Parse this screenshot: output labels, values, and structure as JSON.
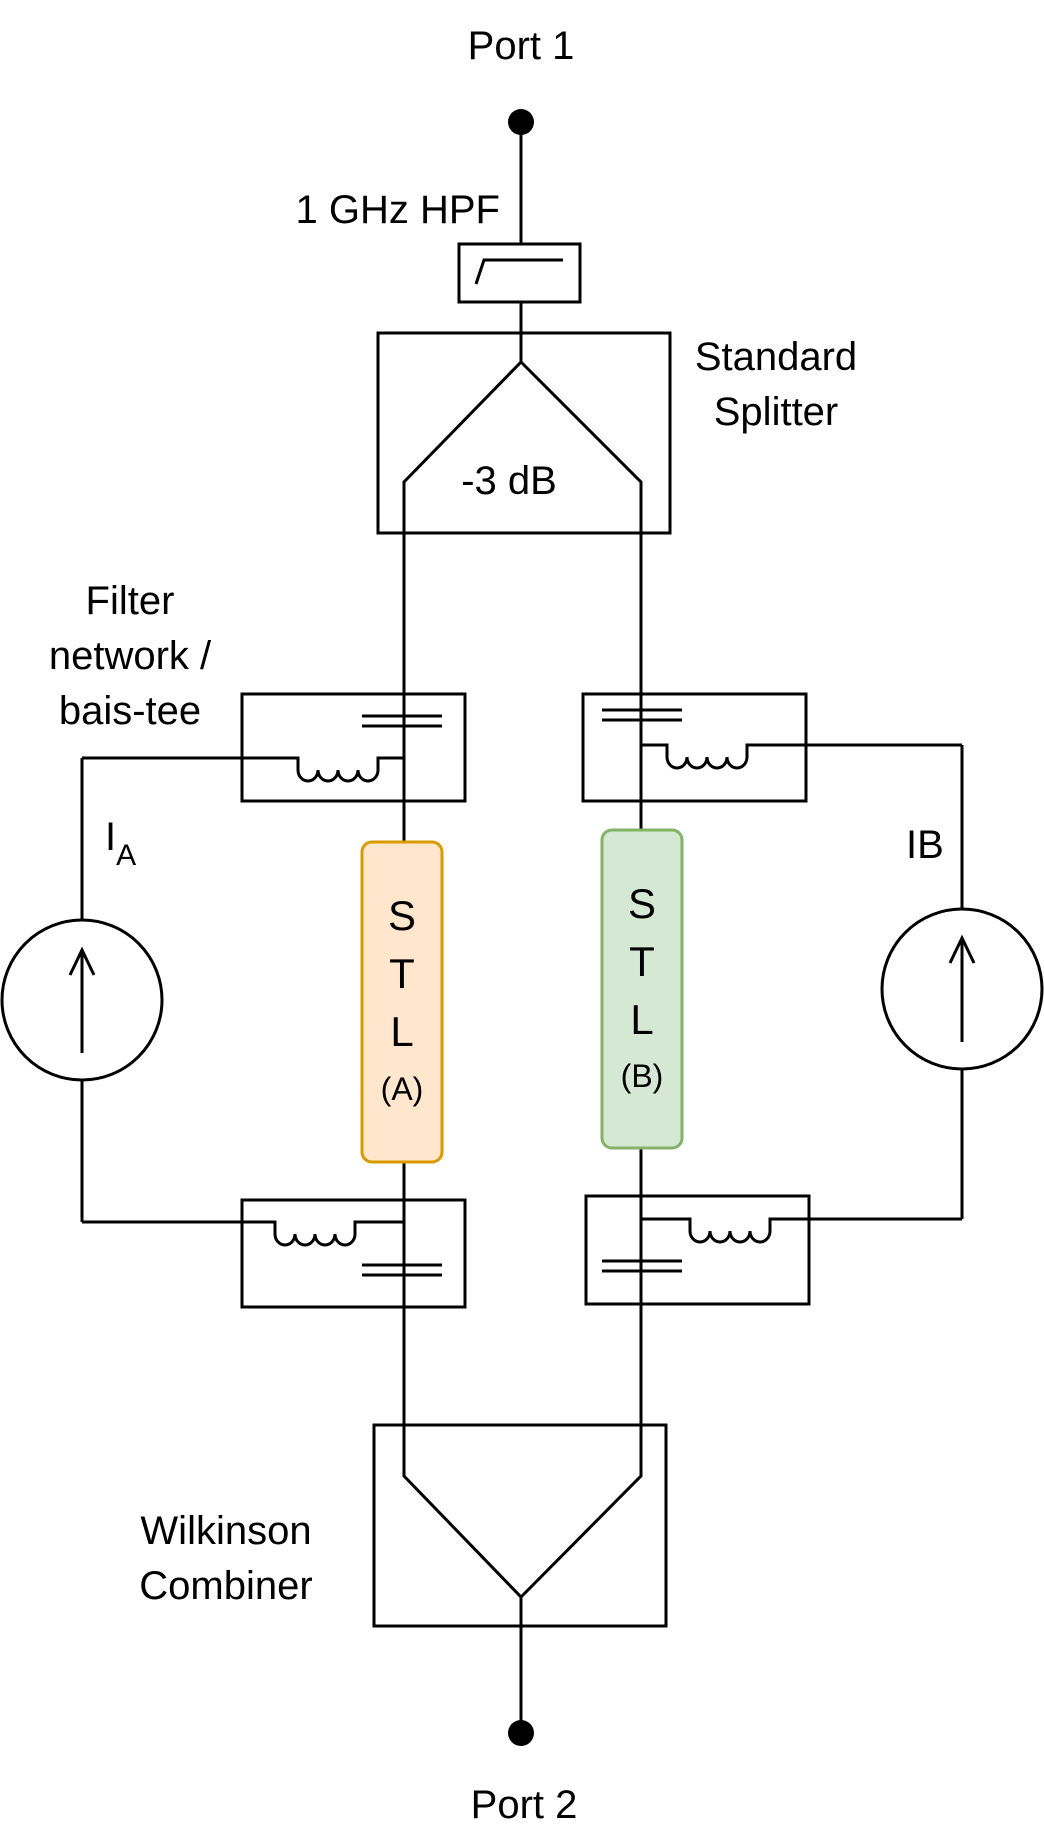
{
  "labels": {
    "port1": "Port 1",
    "port2": "Port 2",
    "hpf": "1 GHz HPF",
    "splitter_line1": "Standard",
    "splitter_line2": "Splitter",
    "splitter_gain": "-3 dB",
    "filter_line1": "Filter",
    "filter_line2": "network /",
    "filter_line3": "bais-tee",
    "current_a_main": "I",
    "current_a_sub": "A",
    "current_b": "IB",
    "combiner_line1": "Wilkinson",
    "combiner_line2": "Combiner"
  },
  "stl_a": {
    "l1": "S",
    "l2": "T",
    "l3": "L",
    "l4": "(A)"
  },
  "stl_b": {
    "l1": "S",
    "l2": "T",
    "l3": "L",
    "l4": "(B)"
  },
  "colors": {
    "stl_a_fill": "#ffe6cc",
    "stl_a_stroke": "#d79b00",
    "stl_b_fill": "#d5e8d4",
    "stl_b_stroke": "#82b366",
    "wire": "#000000"
  },
  "icons": {
    "hpf_symbol": "high-pass-filter-icon",
    "current_source": "current-source-arrow-icon",
    "inductor": "inductor-coil-icon",
    "capacitor": "capacitor-icon",
    "port": "port-terminal-dot-icon"
  }
}
